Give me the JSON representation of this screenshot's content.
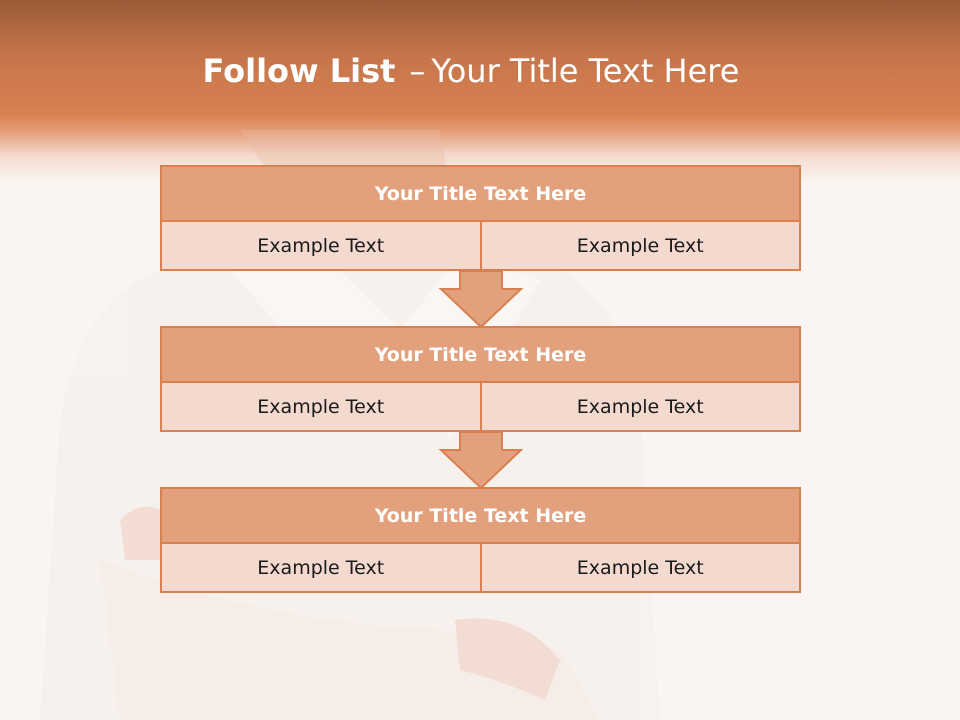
{
  "slide": {
    "title_bold": "Follow List",
    "title_separator": "–",
    "title_rest": "Your Title Text Here"
  },
  "blocks": [
    {
      "title": "Your Title Text Here",
      "cells": [
        "Example Text",
        "Example Text"
      ]
    },
    {
      "title": "Your Title Text Here",
      "cells": [
        "Example Text",
        "Example Text"
      ]
    },
    {
      "title": "Your Title Text Here",
      "cells": [
        "Example Text",
        "Example Text"
      ]
    }
  ],
  "colors": {
    "accent": "#d8804f",
    "title_fill": "#e3a07c",
    "cell_fill": "#f4d9cf",
    "header_dark": "#9a5a37"
  }
}
